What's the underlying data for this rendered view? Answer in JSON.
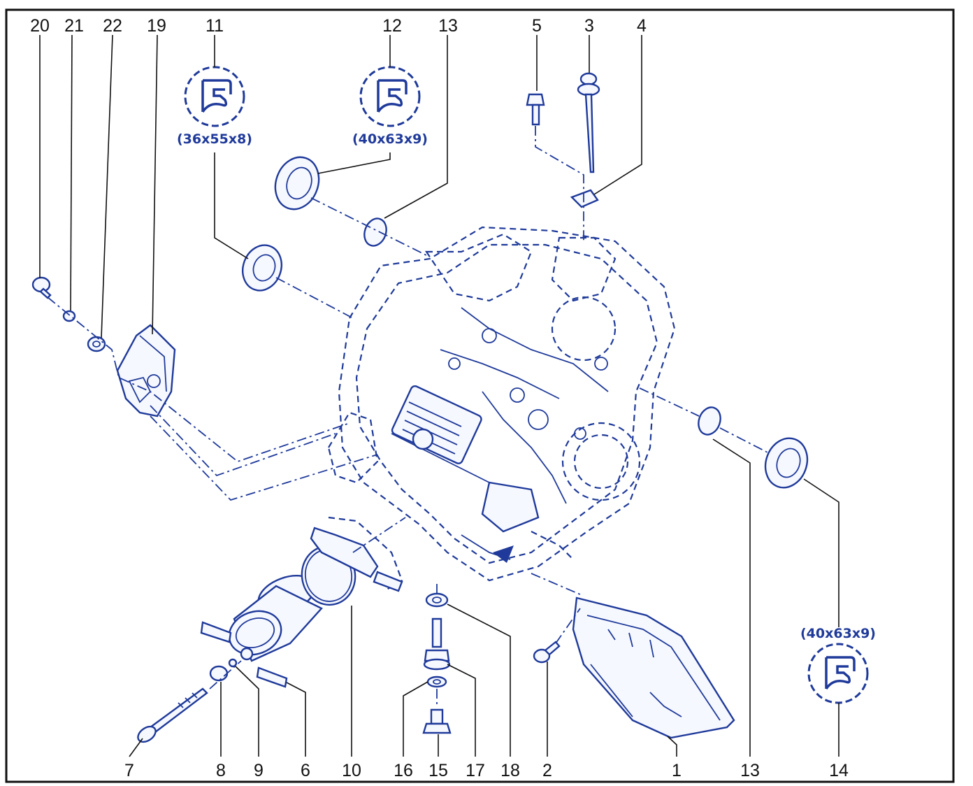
{
  "callouts": [
    "20",
    "21",
    "22",
    "19",
    "11",
    "12",
    "13",
    "5",
    "3",
    "4",
    "7",
    "8",
    "9",
    "6",
    "10",
    "16",
    "15",
    "17",
    "18",
    "2",
    "1",
    "13",
    "14"
  ],
  "seal_sizes": {
    "seal_11": "(36x55x8)",
    "seal_12": "(40x63x9)",
    "seal_14": "(40x63x9)"
  },
  "colors": {
    "line": "#1f3a9a",
    "frame": "#111111",
    "background": "#ffffff"
  },
  "icons": [
    "oil-seal-icon"
  ]
}
